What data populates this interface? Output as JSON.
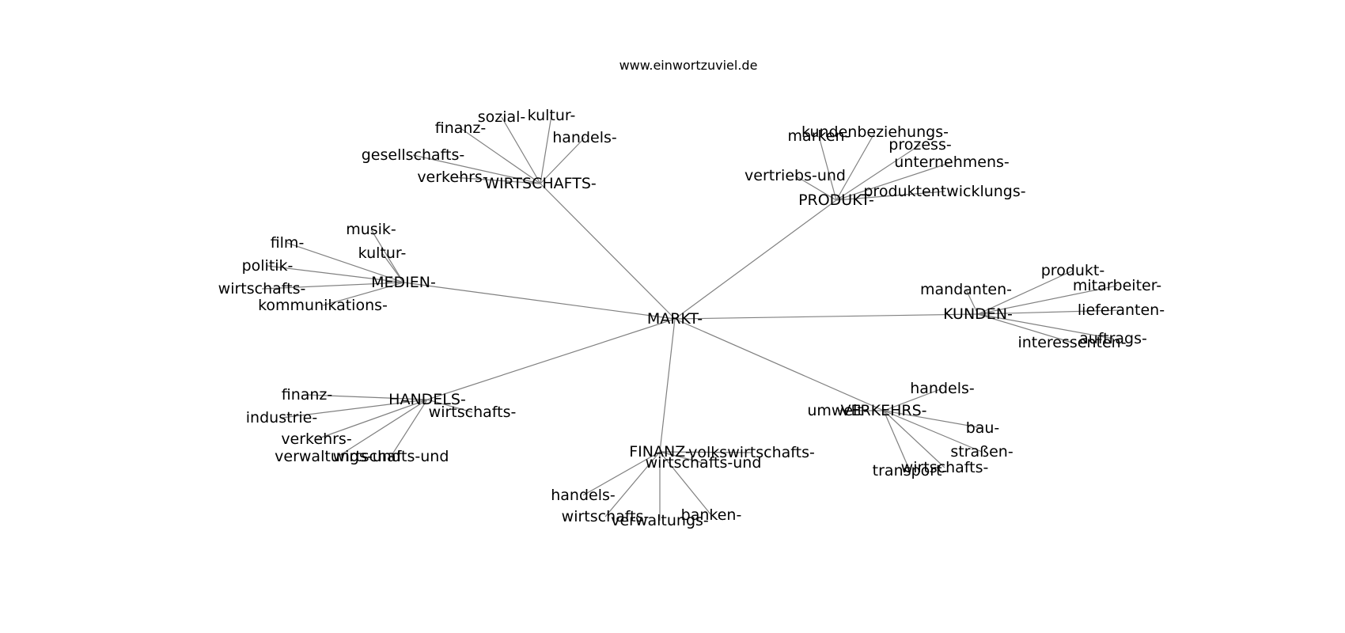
{
  "source": "www.einwortzuviel.de",
  "center": "MARKT-",
  "groups": [
    {
      "hub": "WIRTSCHAFTS-",
      "leaves": [
        "gesellschafts-",
        "verkehrs-",
        "finanz-",
        "sozial-",
        "kultur-",
        "handels-"
      ]
    },
    {
      "hub": "PRODUKT-",
      "leaves": [
        "marken-",
        "kundenbeziehungs-",
        "prozess-",
        "unternehmens-",
        "vertriebs-und",
        "produktentwicklungs-"
      ]
    },
    {
      "hub": "MEDIEN-",
      "leaves": [
        "musik-",
        "film-",
        "kultur-",
        "politik-",
        "wirtschafts-",
        "kommunikations-"
      ]
    },
    {
      "hub": "KUNDEN-",
      "leaves": [
        "produkt-",
        "mandanten-",
        "mitarbeiter-",
        "lieferanten-",
        "auftrags-",
        "interessenten-"
      ]
    },
    {
      "hub": "HANDELS-",
      "leaves": [
        "finanz-",
        "industrie-",
        "wirtschafts-",
        "verkehrs-",
        "verwaltungs-und",
        "wirtschafts-und"
      ]
    },
    {
      "hub": "VERKEHRS-",
      "leaves": [
        "handels-",
        "umwelt-",
        "bau-",
        "straßen-",
        "wirtschafts-",
        "transport-"
      ]
    },
    {
      "hub": "FINANZ-",
      "leaves": [
        "volkswirtschafts-",
        "wirtschafts-und",
        "handels-",
        "wirtschafts-",
        "verwaltungs-",
        "banken-"
      ]
    }
  ]
}
